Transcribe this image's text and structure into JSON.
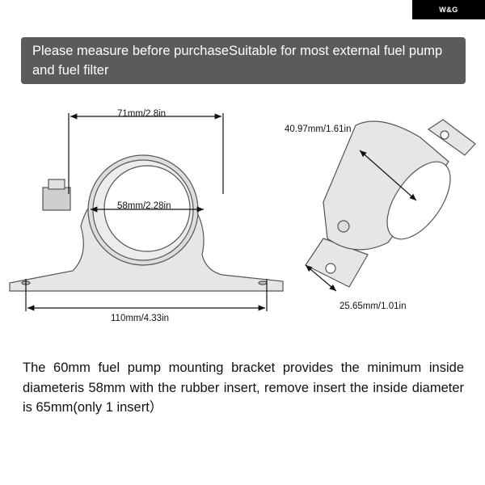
{
  "logo": {
    "text": "W&G"
  },
  "banner": {
    "text": "Please measure before purchaseSuitable for most external fuel pump and fuel filter"
  },
  "dimensions": {
    "outer_width": "71mm/2.8in",
    "inner_diameter": "58mm/2.28in",
    "base_length": "110mm/4.33in",
    "clamp_width": "40.97mm/1.61in",
    "foot_width": "25.65mm/1.01in"
  },
  "description": "The 60mm fuel pump mounting bracket provides the minimum inside diameteris 58mm with the rubber insert, remove insert the inside diameter is 65mm(only 1 insert）"
}
